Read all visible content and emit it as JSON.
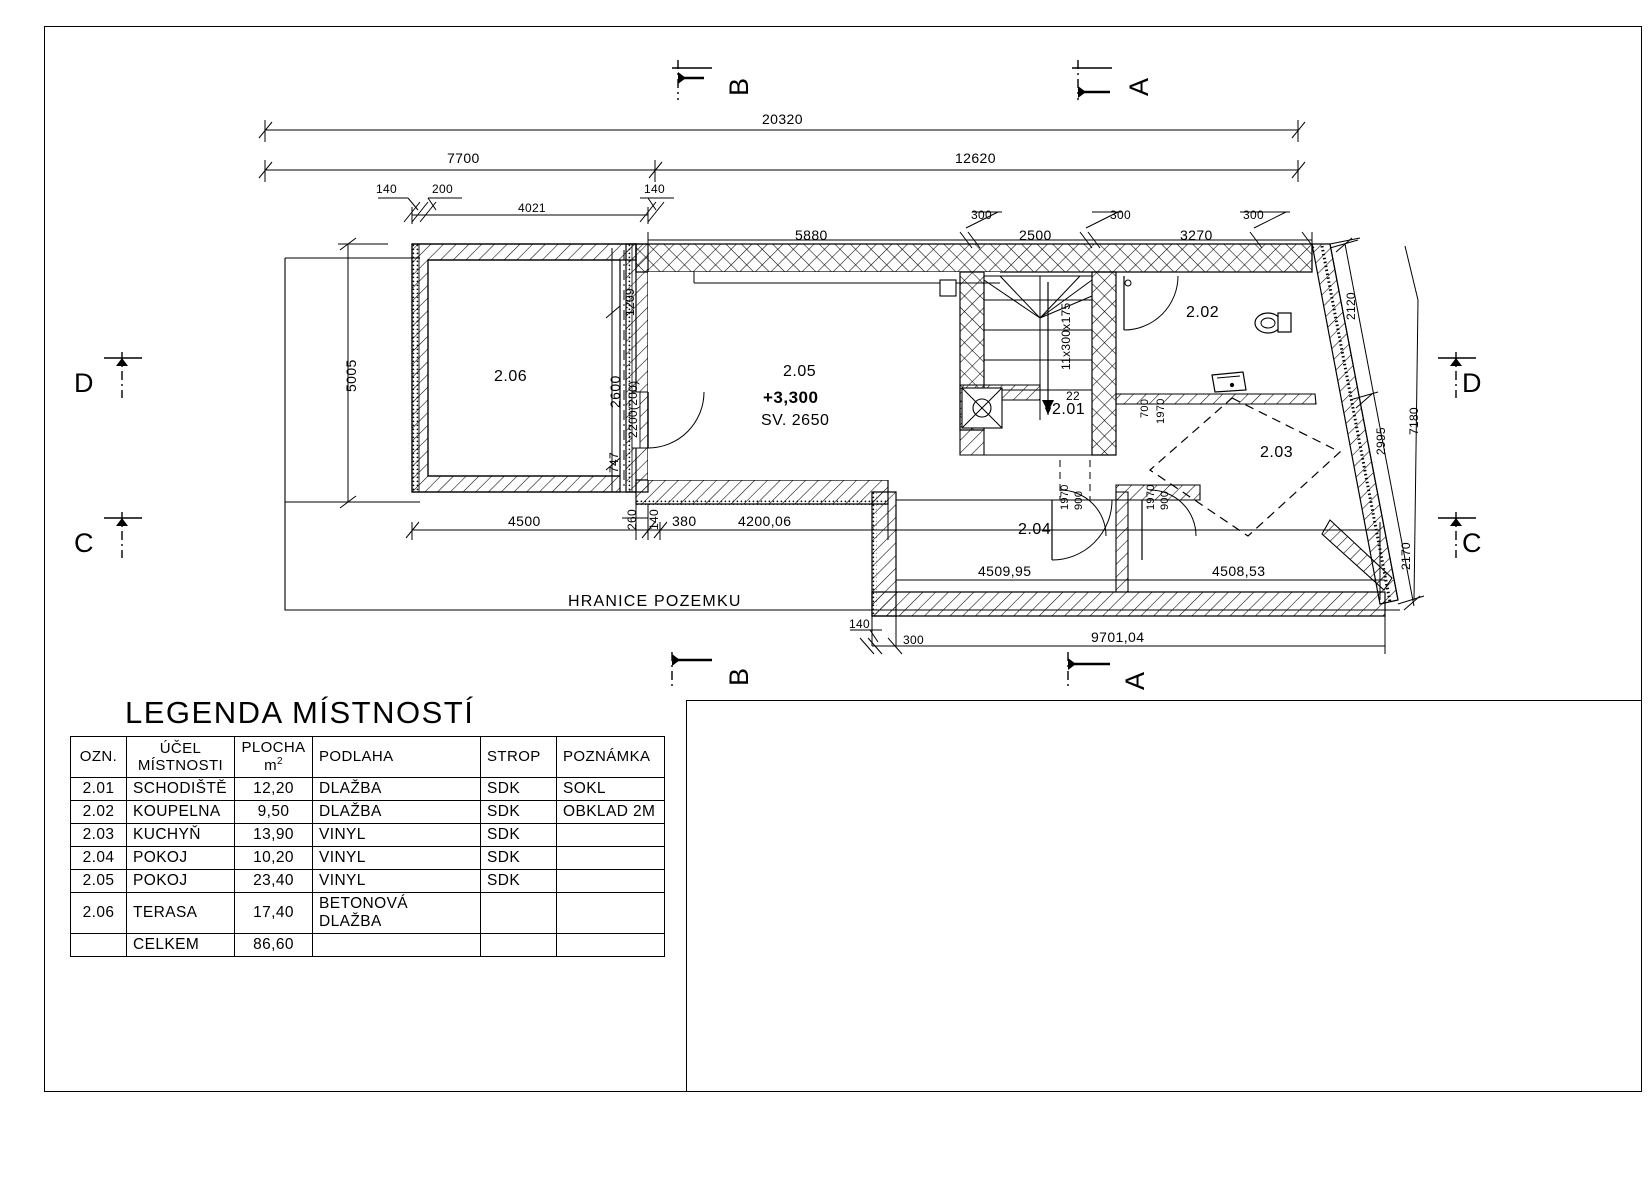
{
  "drawing": {
    "type": "architectural-floor-plan",
    "language": "cs",
    "property_boundary_label": "HRANICE POZEMKU",
    "level_marker": "+3,300",
    "clear_height": "SV. 2650",
    "stair_spec": "11x300x175",
    "stair_count": "22"
  },
  "section_markers": {
    "top_left": "B",
    "top_right": "A",
    "bottom_left": "B",
    "bottom_right": "A",
    "left_upper": "D",
    "left_lower": "C",
    "right_upper": "D",
    "right_lower": "C"
  },
  "rooms": {
    "r206": "2.06",
    "r205": "2.05",
    "r201": "2.01",
    "r202": "2.02",
    "r203": "2.03",
    "r204": "2.04"
  },
  "dimensions": {
    "overall_top": "20320",
    "top_left_seg": "7700",
    "top_right_seg": "12620",
    "t140a": "140",
    "t200": "200",
    "t4021": "4021",
    "t140b": "140",
    "d5880": "5880",
    "d300a": "300",
    "d2500": "2500",
    "d300b": "300",
    "d3270": "3270",
    "d300c": "300",
    "left_5005": "5005",
    "v1209": "1209",
    "v2600": "2600",
    "v2200_200": "2200(200)",
    "v747": "747",
    "b4500": "4500",
    "b260": "260",
    "b140": "140",
    "b380": "380",
    "b4200": "4200,06",
    "b4509": "4509,95",
    "b4508": "4508,53",
    "bot140": "140",
    "bot300": "300",
    "bot9701": "9701,04",
    "r2120": "2120",
    "r2995": "2995",
    "r7180": "7180",
    "r2170": "2170",
    "door_1970a": "1970",
    "door_900a": "900",
    "door_1970b": "1970",
    "door_900b": "900",
    "door_700": "700",
    "door_1970c": "1970",
    "v700": "700",
    "v1970d": "1970"
  },
  "legend": {
    "title": "LEGENDA MÍSTNOSTÍ",
    "headers": {
      "ozn": "OZN.",
      "ucel_1": "ÚČEL",
      "ucel_2": "MÍSTNOSTI",
      "plocha_1": "PLOCHA",
      "plocha_2": "m",
      "plocha_sup": "2",
      "podlaha": "PODLAHA",
      "strop": "STROP",
      "poznamka": "POZNÁMKA"
    },
    "rows": [
      {
        "ozn": "2.01",
        "ucel": "SCHODIŠTĚ",
        "plocha": "12,20",
        "podlaha": "DLAŽBA",
        "strop": "SDK",
        "poznamka": "SOKL"
      },
      {
        "ozn": "2.02",
        "ucel": "KOUPELNA",
        "plocha": "9,50",
        "podlaha": "DLAŽBA",
        "strop": "SDK",
        "poznamka": "OBKLAD 2M"
      },
      {
        "ozn": "2.03",
        "ucel": "KUCHYŇ",
        "plocha": "13,90",
        "podlaha": "VINYL",
        "strop": "SDK",
        "poznamka": ""
      },
      {
        "ozn": "2.04",
        "ucel": "POKOJ",
        "plocha": "10,20",
        "podlaha": "VINYL",
        "strop": "SDK",
        "poznamka": ""
      },
      {
        "ozn": "2.05",
        "ucel": "POKOJ",
        "plocha": "23,40",
        "podlaha": "VINYL",
        "strop": "SDK",
        "poznamka": ""
      },
      {
        "ozn": "2.06",
        "ucel": "TERASA",
        "plocha": "17,40",
        "podlaha": "BETONOVÁ DLAŽBA",
        "strop": "",
        "poznamka": ""
      },
      {
        "ozn": "",
        "ucel": "CELKEM",
        "plocha": "86,60",
        "podlaha": "",
        "strop": "",
        "poznamka": ""
      }
    ]
  },
  "colors": {
    "ink": "#000000",
    "paper": "#ffffff"
  }
}
